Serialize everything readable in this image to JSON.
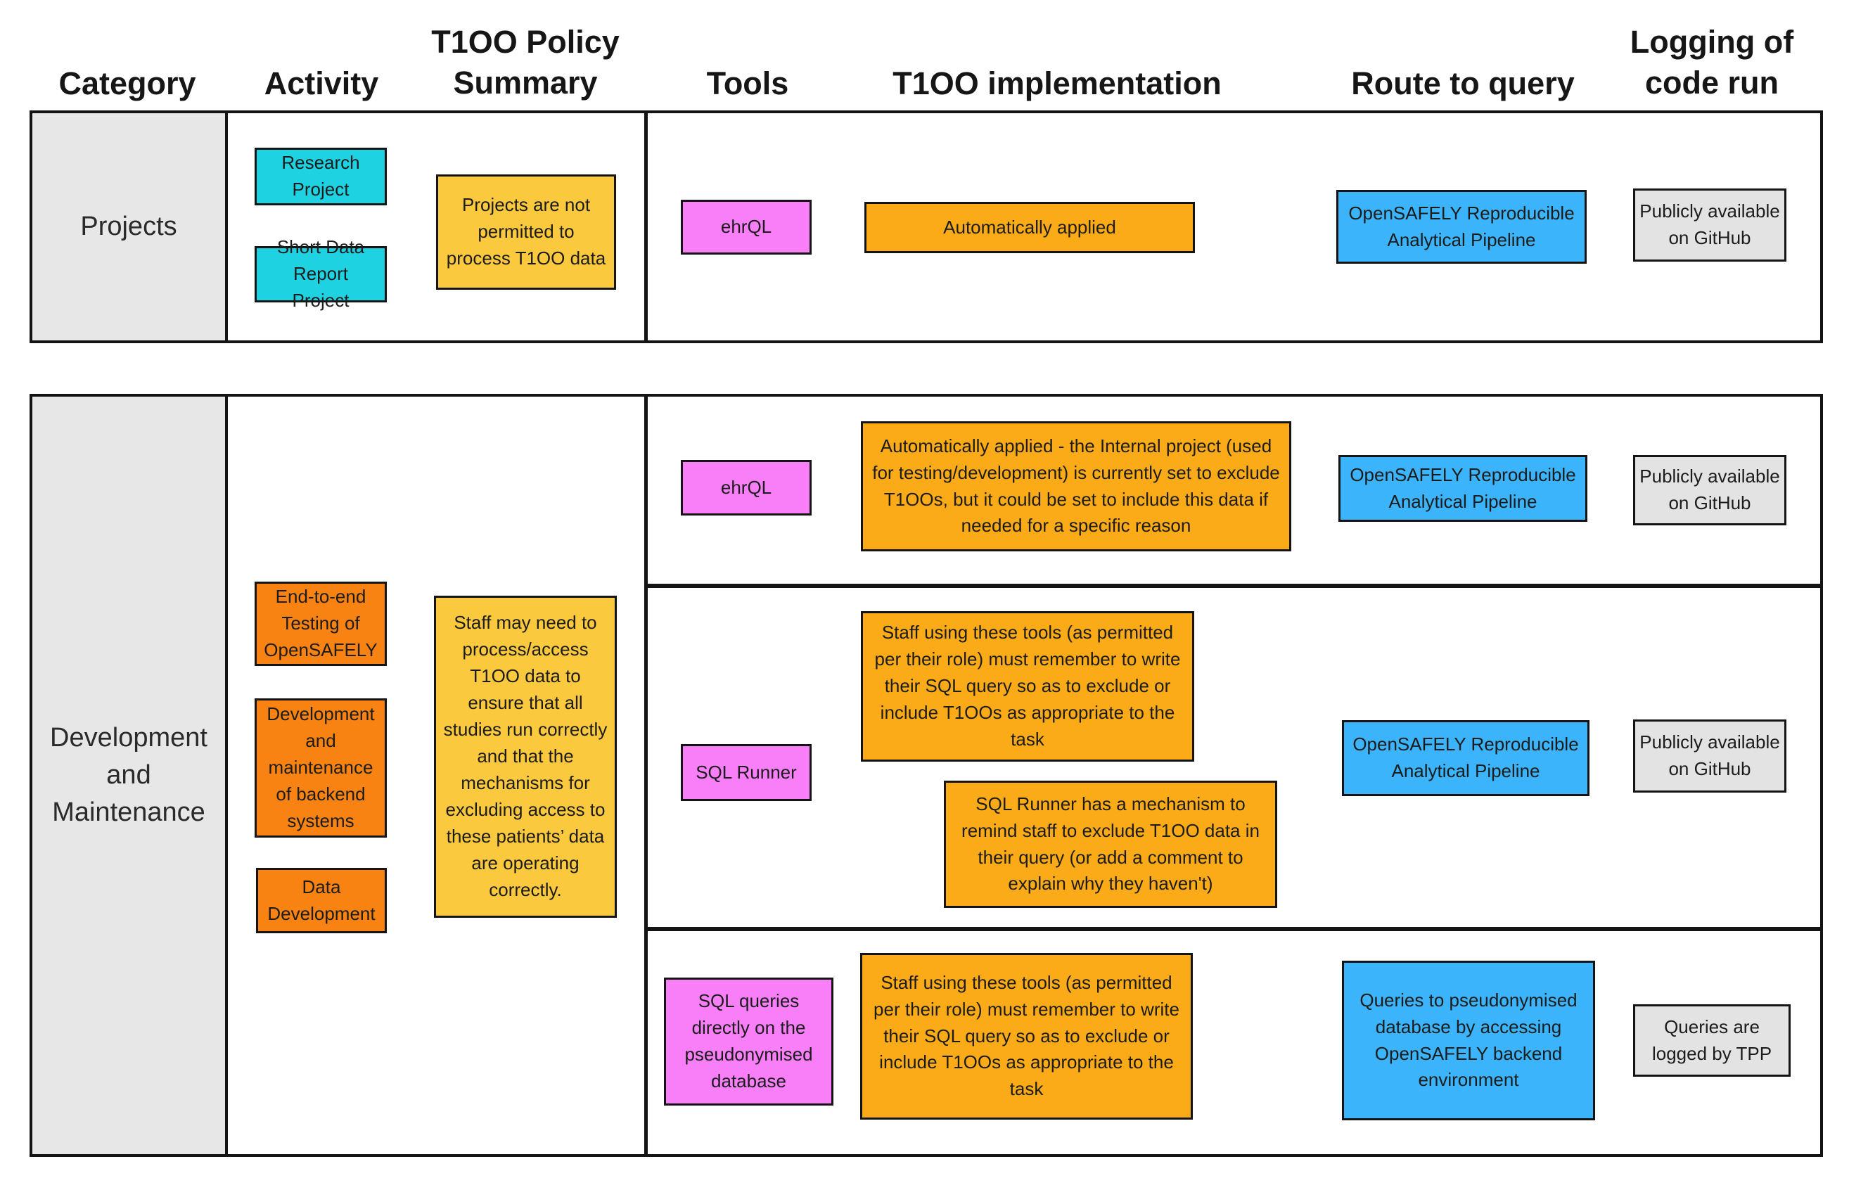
{
  "colors": {
    "activity_projects": "#1fd2e2",
    "activity_dev": "#f98312",
    "policy_summary": "#fbc93d",
    "tool": "#f87ff8",
    "implementation": "#fcab18",
    "route": "#3bb4fb",
    "logging": "#e3e3e3",
    "category_cell": "#e7e7e7"
  },
  "columns": [
    {
      "label": "Category"
    },
    {
      "label": "Activity"
    },
    {
      "label": "T1OO Policy Summary"
    },
    {
      "label": "Tools"
    },
    {
      "label": "T1OO implementation"
    },
    {
      "label": "Route to query"
    },
    {
      "label": "Logging of code run"
    }
  ],
  "sections": [
    {
      "category": "Projects",
      "activities": [
        "Research Project",
        "Short Data Report Project"
      ],
      "policy_summary": "Projects are not permitted to process T1OO data",
      "subrows": [
        {
          "tool": "ehrQL",
          "implementation": [
            "Automatically applied"
          ],
          "route": "OpenSAFELY Reproducible Analytical Pipeline",
          "logging": "Publicly available on GitHub"
        }
      ]
    },
    {
      "category": "Development and Maintenance",
      "activities": [
        "End-to-end Testing of OpenSAFELY",
        "Development and maintenance of backend systems",
        "Data Development"
      ],
      "policy_summary": "Staff may need to process/access T1OO data to ensure that all studies run correctly and that the mechanisms for excluding access to these patients’ data are operating correctly.",
      "subrows": [
        {
          "tool": "ehrQL",
          "implementation": [
            "Automatically applied - the Internal project (used for testing/development) is currently set to exclude T1OOs, but it could be set to include this data if needed for a specific reason"
          ],
          "route": "OpenSAFELY Reproducible Analytical Pipeline",
          "logging": "Publicly available on GitHub"
        },
        {
          "tool": "SQL Runner",
          "implementation": [
            "Staff using these tools (as permitted per their role) must remember to write their SQL query so as to exclude or include T1OOs as appropriate to the task",
            "SQL Runner has a mechanism to remind staff to exclude T1OO data in their query (or add a comment to explain why they haven't)"
          ],
          "route": "OpenSAFELY Reproducible Analytical Pipeline",
          "logging": "Publicly available on GitHub"
        },
        {
          "tool": "SQL queries directly on the pseudonymised database",
          "implementation": [
            "Staff using these tools (as permitted per their role) must remember to write their SQL query so as to exclude or include T1OOs as appropriate to the task"
          ],
          "route": "Queries to pseudonymised database by accessing OpenSAFELY backend environment",
          "logging": "Queries are logged by TPP"
        }
      ]
    }
  ]
}
